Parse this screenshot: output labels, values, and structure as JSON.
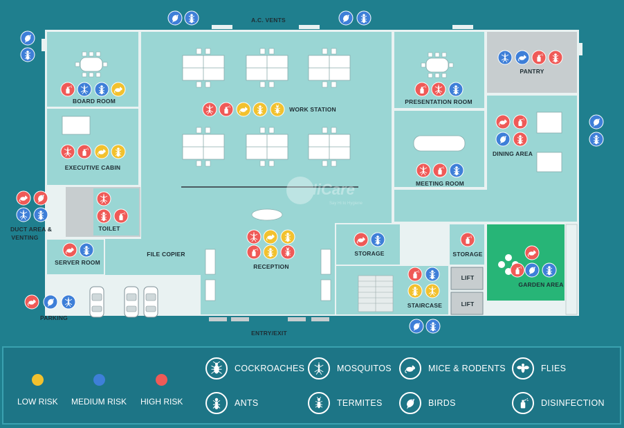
{
  "brand": {
    "name": "HiCare",
    "tagline": "Say Hi to Hygiene"
  },
  "colors": {
    "low": "#f2c12e",
    "medium": "#3e7fd8",
    "high": "#ef5a57",
    "room": "#9ad6d4",
    "wall": "#e9f2f2",
    "garden": "#27b577",
    "water": "#1f7f8e",
    "gray_room": "#c7cdcf"
  },
  "labels": {
    "ac_vents": "A.C. VENTS",
    "board_room": "BOARD ROOM",
    "work_station": "WORK STATION",
    "presentation_room": "PRESENTATION ROOM",
    "pantry": "PANTRY",
    "executive_cabin": "EXECUTIVE CABIN",
    "meeting_room": "MEETING ROOM",
    "dining_area": "DINING AREA",
    "duct_area_1": "DUCT AREA &",
    "duct_area_2": "VENTING",
    "toilet": "TOILET",
    "server_room": "SERVER ROOM",
    "file_copier": "FILE COPIER",
    "reception": "RECEPTION",
    "storage_1": "STORAGE",
    "storage_2": "STORAGE",
    "lift_1": "LIFT",
    "lift_2": "LIFT",
    "garden_area": "GARDEN AREA",
    "staircase": "STAIRCASE",
    "parking": "PARKING",
    "entry_exit": "ENTRY/EXIT"
  },
  "zones": [
    {
      "id": "ac-vents",
      "markers": [
        [
          "medium",
          "bird"
        ],
        [
          "medium",
          "ant"
        ],
        [
          "medium",
          "bird"
        ],
        [
          "medium",
          "ant"
        ]
      ]
    },
    {
      "id": "duct-left",
      "markers": [
        [
          "medium",
          "bird"
        ],
        [
          "medium",
          "ant"
        ]
      ]
    },
    {
      "id": "board-room",
      "markers": [
        [
          "high",
          "spray"
        ],
        [
          "medium",
          "mosquito"
        ],
        [
          "medium",
          "ant"
        ],
        [
          "low",
          "rat"
        ]
      ]
    },
    {
      "id": "work-station",
      "markers": [
        [
          "high",
          "mosquito"
        ],
        [
          "high",
          "spray"
        ],
        [
          "low",
          "rat"
        ],
        [
          "low",
          "ant"
        ],
        [
          "low",
          "termite"
        ]
      ]
    },
    {
      "id": "presentation-room",
      "markers": [
        [
          "high",
          "spray"
        ],
        [
          "high",
          "mosquito"
        ],
        [
          "medium",
          "ant"
        ]
      ]
    },
    {
      "id": "pantry",
      "markers": [
        [
          "medium",
          "mosquito"
        ],
        [
          "medium",
          "rat"
        ],
        [
          "high",
          "spray"
        ],
        [
          "high",
          "ant"
        ]
      ]
    },
    {
      "id": "right-outside",
      "markers": [
        [
          "medium",
          "bird"
        ],
        [
          "medium",
          "ant"
        ]
      ]
    },
    {
      "id": "executive-cabin",
      "markers": [
        [
          "high",
          "mosquito"
        ],
        [
          "high",
          "spray"
        ],
        [
          "low",
          "rat"
        ],
        [
          "low",
          "ant"
        ]
      ]
    },
    {
      "id": "meeting-room",
      "markers": [
        [
          "high",
          "mosquito"
        ],
        [
          "high",
          "spray"
        ],
        [
          "medium",
          "ant"
        ]
      ]
    },
    {
      "id": "dining-area",
      "markers": [
        [
          "high",
          "rat"
        ],
        [
          "high",
          "spray"
        ],
        [
          "medium",
          "bird"
        ],
        [
          "high",
          "ant"
        ]
      ]
    },
    {
      "id": "duct-area",
      "markers": [
        [
          "high",
          "rat"
        ],
        [
          "high",
          "bird"
        ],
        [
          "medium",
          "mosquito"
        ],
        [
          "medium",
          "ant"
        ]
      ]
    },
    {
      "id": "toilet",
      "markers": [
        [
          "high",
          "mosquito"
        ],
        [
          "high",
          "ant"
        ],
        [
          "high",
          "spray"
        ]
      ]
    },
    {
      "id": "server-room",
      "markers": [
        [
          "high",
          "rat"
        ],
        [
          "medium",
          "ant"
        ]
      ]
    },
    {
      "id": "reception",
      "markers": [
        [
          "high",
          "mosquito"
        ],
        [
          "low",
          "rat"
        ],
        [
          "high",
          "spray"
        ],
        [
          "low",
          "ant"
        ],
        [
          "high",
          "termite"
        ],
        [
          "low",
          "ant"
        ]
      ]
    },
    {
      "id": "storage-1",
      "markers": [
        [
          "high",
          "rat"
        ],
        [
          "medium",
          "ant"
        ]
      ]
    },
    {
      "id": "storage-2",
      "markers": [
        [
          "high",
          "spray"
        ]
      ]
    },
    {
      "id": "staircase",
      "markers": [
        [
          "high",
          "spray"
        ],
        [
          "medium",
          "ant"
        ],
        [
          "low",
          "ant"
        ],
        [
          "low",
          "mosquito"
        ]
      ]
    },
    {
      "id": "garden-area",
      "markers": [
        [
          "high",
          "rat"
        ],
        [
          "high",
          "spray"
        ],
        [
          "medium",
          "bird"
        ],
        [
          "medium",
          "ant"
        ]
      ]
    },
    {
      "id": "parking",
      "markers": [
        [
          "high",
          "rat"
        ],
        [
          "medium",
          "bird"
        ],
        [
          "medium",
          "mosquito"
        ]
      ]
    },
    {
      "id": "entry-exit",
      "markers": [
        [
          "medium",
          "bird"
        ],
        [
          "medium",
          "ant"
        ]
      ]
    }
  ],
  "legend": {
    "risks": [
      {
        "label": "LOW RISK",
        "level": "low"
      },
      {
        "label": "MEDIUM RISK",
        "level": "medium"
      },
      {
        "label": "HIGH RISK",
        "level": "high"
      }
    ],
    "pests": [
      {
        "label": "COCKROACHES",
        "icon": "cockroach-icon"
      },
      {
        "label": "MOSQUITOS",
        "icon": "mosquito-icon"
      },
      {
        "label": "MICE & RODENTS",
        "icon": "rat-icon"
      },
      {
        "label": "FLIES",
        "icon": "fly-icon"
      },
      {
        "label": "ANTS",
        "icon": "ant-icon"
      },
      {
        "label": "TERMITES",
        "icon": "termite-icon"
      },
      {
        "label": "BIRDS",
        "icon": "bird-icon"
      },
      {
        "label": "DISINFECTION",
        "icon": "spray-icon"
      }
    ]
  }
}
